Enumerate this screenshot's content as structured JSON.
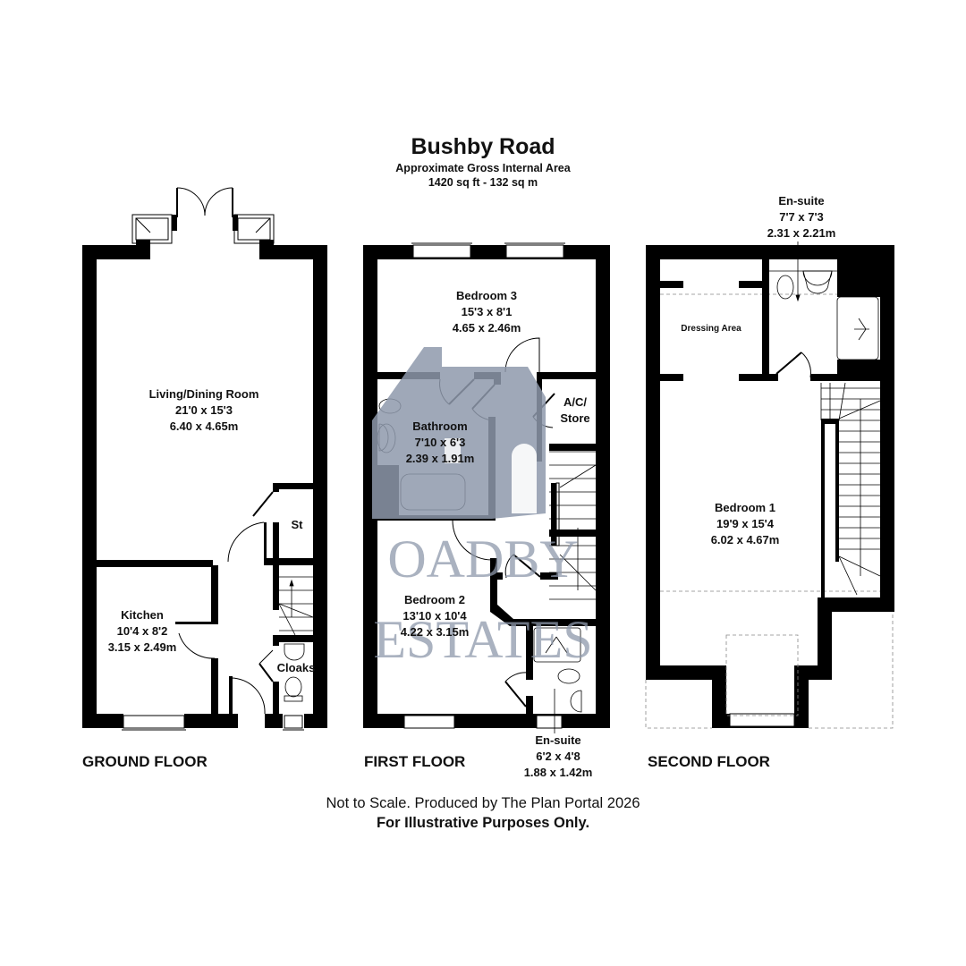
{
  "header": {
    "title": "Bushby Road",
    "subtitle": "Approximate Gross Internal Area",
    "area": "1420 sq ft - 132 sq m"
  },
  "floors": {
    "ground": {
      "label": "GROUND FLOOR",
      "rooms": {
        "living": {
          "name": "Living/Dining Room",
          "imperial": "21'0 x 15'3",
          "metric": "6.40 x 4.65m"
        },
        "kitchen": {
          "name": "Kitchen",
          "imperial": "10'4 x 8'2",
          "metric": "3.15 x 2.49m"
        },
        "store": {
          "name": "St"
        },
        "cloaks": {
          "name": "Cloaks"
        }
      }
    },
    "first": {
      "label": "FIRST FLOOR",
      "rooms": {
        "bedroom3": {
          "name": "Bedroom 3",
          "imperial": "15'3 x 8'1",
          "metric": "4.65 x 2.46m"
        },
        "bathroom": {
          "name": "Bathroom",
          "imperial": "7'10 x 6'3",
          "metric": "2.39 x 1.91m"
        },
        "ac_store": {
          "name_line1": "A/C/",
          "name_line2": "Store"
        },
        "bedroom2": {
          "name": "Bedroom 2",
          "imperial": "13'10 x 10'4",
          "metric": "4.22 x 3.15m"
        },
        "ensuite": {
          "name": "En-suite",
          "imperial": "6'2 x 4'8",
          "metric": "1.88 x 1.42m"
        }
      }
    },
    "second": {
      "label": "SECOND FLOOR",
      "rooms": {
        "ensuite": {
          "name": "En-suite",
          "imperial": "7'7 x 7'3",
          "metric": "2.31 x 2.21m"
        },
        "dressing": {
          "name": "Dressing Area"
        },
        "bedroom1": {
          "name": "Bedroom 1",
          "imperial": "19'9 x 15'4",
          "metric": "6.02 x 4.67m"
        }
      }
    }
  },
  "watermark": {
    "line1": "OADBY",
    "line2": "ESTATES",
    "color": "#8e99ab"
  },
  "footer": {
    "line1": "Not to Scale. Produced by The Plan Portal 2026",
    "line2": "For Illustrative Purposes Only."
  },
  "colors": {
    "wall": "#000000",
    "background": "#ffffff",
    "watermark": "#8e99ab"
  }
}
